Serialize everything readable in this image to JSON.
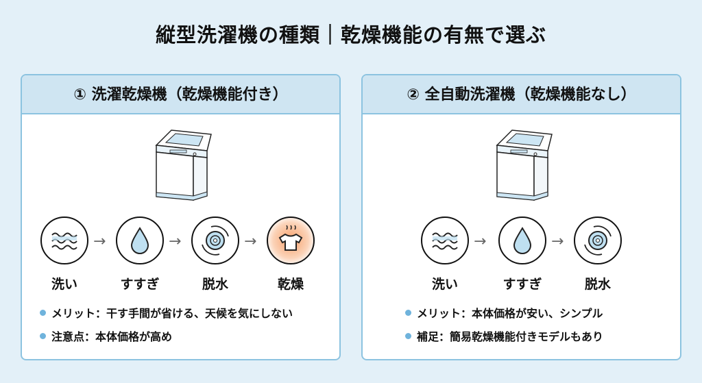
{
  "title": "縦型洗濯機の種類｜乾燥機能の有無で選ぶ",
  "colors": {
    "background": "#e3f0f8",
    "header": "#cfe5f2",
    "border": "#8cc3e0",
    "bullet": "#6fb3dc",
    "drying_accent": "#f7a06a"
  },
  "panels": [
    {
      "heading": "① 洗濯乾燥機（乾燥機能付き）",
      "steps": [
        {
          "label": "洗い",
          "icon": "waves-icon"
        },
        {
          "label": "すすぎ",
          "icon": "water-drop-icon"
        },
        {
          "label": "脱水",
          "icon": "spin-icon"
        },
        {
          "label": "乾燥",
          "icon": "shirt-heat-icon"
        }
      ],
      "bullets": [
        "メリット：干す手間が省ける、天候を気にしない",
        "注意点：本体価格が高め"
      ]
    },
    {
      "heading": "② 全自動洗濯機（乾燥機能なし）",
      "steps": [
        {
          "label": "洗い",
          "icon": "waves-icon"
        },
        {
          "label": "すすぎ",
          "icon": "water-drop-icon"
        },
        {
          "label": "脱水",
          "icon": "spin-icon"
        }
      ],
      "bullets": [
        "メリット：本体価格が安い、シンプル",
        "補足：簡易乾燥機能付きモデルもあり"
      ]
    }
  ]
}
